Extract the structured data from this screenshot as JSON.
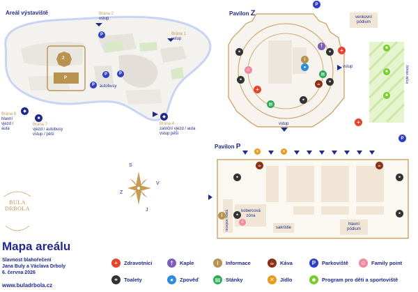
{
  "areal": {
    "title": "Areál výstaviště",
    "gates": [
      {
        "gate": "Brána 2",
        "desc": "vstup"
      },
      {
        "gate": "Brána 1",
        "desc": "vstup"
      },
      {
        "gate": "Brána 8",
        "desc": "hlavní vjezd / auta"
      },
      {
        "gate": "Brána 7",
        "desc": "vjezd / autobusy vstup / pěší"
      },
      {
        "gate": "Brána 4",
        "desc": "zaloční vjezd / auta vstup pěší"
      }
    ],
    "buses_label": "autobusy",
    "zone_z": "Z",
    "zone_p": "P"
  },
  "pavilon_z": {
    "title": "Pavilon",
    "letter": "Z",
    "entry_right": "vstup",
    "entry_bottom": "vstup",
    "venkovni": "venkovní pódium",
    "program": "kryté vstupy"
  },
  "pavilon_p": {
    "title": "Pavilon",
    "letter": "P",
    "kobercova": "kobercová zóna",
    "sakristie": "sakristie",
    "hlavni": "hlavní pódium",
    "recepce": "recepce hostů"
  },
  "logo": {
    "line1": "BULA",
    "line2": "DRBOLA"
  },
  "compass": {
    "n": "S",
    "s": "J",
    "e": "V",
    "w": "Z"
  },
  "info": {
    "title": "Mapa areálu",
    "line1": "Slavnost blahořečení",
    "line2": "Jana Buly a Václava Drboly",
    "line3": "6. června 2026",
    "website": "www.buladrbola.cz"
  },
  "legend": [
    {
      "name": "zdravotnici",
      "label": "Zdravotníci",
      "color": "#e8412c",
      "glyph": "+",
      "icon": "medical-cross-icon"
    },
    {
      "name": "kaple",
      "label": "Kaple",
      "color": "#7b5fb8",
      "glyph": "†",
      "icon": "cross-icon"
    },
    {
      "name": "informace",
      "label": "Informace",
      "color": "#b8934f",
      "glyph": "i",
      "icon": "info-icon"
    },
    {
      "name": "kava",
      "label": "Káva",
      "color": "#8b2e14",
      "glyph": "☕",
      "icon": "coffee-icon"
    },
    {
      "name": "parkoviste",
      "label": "Parkoviště",
      "color": "#2f3fc9",
      "glyph": "P",
      "icon": "parking-icon"
    },
    {
      "name": "family",
      "label": "Family point",
      "color": "#ef8aa2",
      "glyph": "☺",
      "icon": "family-icon"
    },
    {
      "name": "toalety",
      "label": "Toalety",
      "color": "#333333",
      "glyph": "⚭",
      "icon": "toilet-icon"
    },
    {
      "name": "zpoved",
      "label": "Zpověď",
      "color": "#2d8cdd",
      "glyph": "●",
      "icon": "confession-icon"
    },
    {
      "name": "stanky",
      "label": "Stánky",
      "color": "#2faa5a",
      "glyph": "▤",
      "icon": "stall-icon"
    },
    {
      "name": "jidlo",
      "label": "Jídlo",
      "color": "#e89a1a",
      "glyph": "✕",
      "icon": "food-icon"
    },
    {
      "name": "program",
      "label": "Program pro děti a sportoviště",
      "color": "#7acc2a",
      "glyph": "☻",
      "icon": "kids-program-icon"
    }
  ]
}
